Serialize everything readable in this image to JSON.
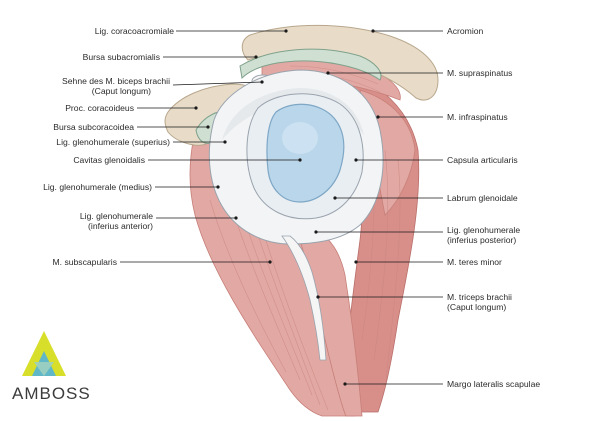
{
  "labels_left": [
    {
      "id": "lig-coracoacromiale",
      "text": "Lig. coracoacromiale"
    },
    {
      "id": "bursa-subacromialis",
      "text": "Bursa subacromialis"
    },
    {
      "id": "sehne-biceps-1",
      "text": "Sehne des M. biceps brachii"
    },
    {
      "id": "sehne-biceps-2",
      "text": "(Caput longum)"
    },
    {
      "id": "proc-coracoideus",
      "text": "Proc. coracoideus"
    },
    {
      "id": "bursa-subcoracoidea",
      "text": "Bursa subcoracoidea"
    },
    {
      "id": "lig-gh-superius",
      "text": "Lig. glenohumerale (superius)"
    },
    {
      "id": "cavitas-glenoidalis",
      "text": "Cavitas glenoidalis"
    },
    {
      "id": "lig-gh-medius",
      "text": "Lig. glenohumerale (medius)"
    },
    {
      "id": "lig-gh-inf-ant-1",
      "text": "Lig. glenohumerale"
    },
    {
      "id": "lig-gh-inf-ant-2",
      "text": "(inferius anterior)"
    },
    {
      "id": "m-subscapularis",
      "text": "M. subscapularis"
    }
  ],
  "labels_right": [
    {
      "id": "acromion",
      "text": "Acromion"
    },
    {
      "id": "m-supraspinatus",
      "text": "M. supraspinatus"
    },
    {
      "id": "m-infraspinatus",
      "text": "M. infraspinatus"
    },
    {
      "id": "capsula-articularis",
      "text": "Capsula articularis"
    },
    {
      "id": "labrum-glenoidale",
      "text": "Labrum glenoidale"
    },
    {
      "id": "lig-gh-inf-post-1",
      "text": "Lig. glenohumerale"
    },
    {
      "id": "lig-gh-inf-post-2",
      "text": "(inferius posterior)"
    },
    {
      "id": "m-teres-minor",
      "text": "M. teres minor"
    },
    {
      "id": "m-triceps-1",
      "text": "M. triceps brachii"
    },
    {
      "id": "m-triceps-2",
      "text": "(Caput longum)"
    },
    {
      "id": "margo-lateralis",
      "text": "Margo lateralis scapulae"
    }
  ],
  "logo": {
    "text": "AMBOSS"
  }
}
